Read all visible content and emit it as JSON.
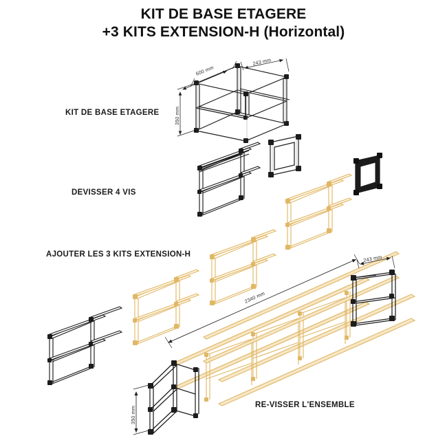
{
  "header": {
    "title_line1": "KIT DE BASE ETAGERE",
    "title_line2": "+3 KITS EXTENSION-H (Horizontal)"
  },
  "steps": [
    {
      "id": "step-1",
      "label": "KIT DE BASE ETAGERE"
    },
    {
      "id": "step-2",
      "label": "DEVISSER 4 VIS"
    },
    {
      "id": "step-3",
      "label": "AJOUTER LES 3 KITS EXTENSION-H"
    },
    {
      "id": "step-4",
      "label": "RE-VISSER L'ENSEMBLE"
    }
  ],
  "dimensions": {
    "base_width": "600 mm",
    "base_depth": "243 mm",
    "base_height": "350 mm",
    "final_width": "2340 mm",
    "final_depth": "243 mm",
    "final_height": "350 mm"
  },
  "colors": {
    "frame_dark": "#1c1c1c",
    "frame_light_fill": "#ffffff",
    "extension_gold": "#e8c274",
    "extension_gold_light": "#f2dcae",
    "text": "#111111",
    "background": "#ffffff"
  },
  "diagram": {
    "type": "isometric-assembly-instructions",
    "kit_count_extensions": 3,
    "parts": [
      {
        "name": "base-shelf-frame",
        "color": "dark",
        "step": 1
      },
      {
        "name": "opened-frame",
        "color": "dark",
        "step": 2
      },
      {
        "name": "end-panel-left",
        "color": "dark",
        "step": 2
      },
      {
        "name": "end-panel-right",
        "color": "dark",
        "step": 2
      },
      {
        "name": "extension-frame-1",
        "color": "gold",
        "step": 3
      },
      {
        "name": "extension-frame-2",
        "color": "gold",
        "step": 3
      },
      {
        "name": "extension-frame-3",
        "color": "gold",
        "step": 3
      },
      {
        "name": "assembled-long-shelf",
        "color": "mixed",
        "step": 4
      }
    ]
  }
}
